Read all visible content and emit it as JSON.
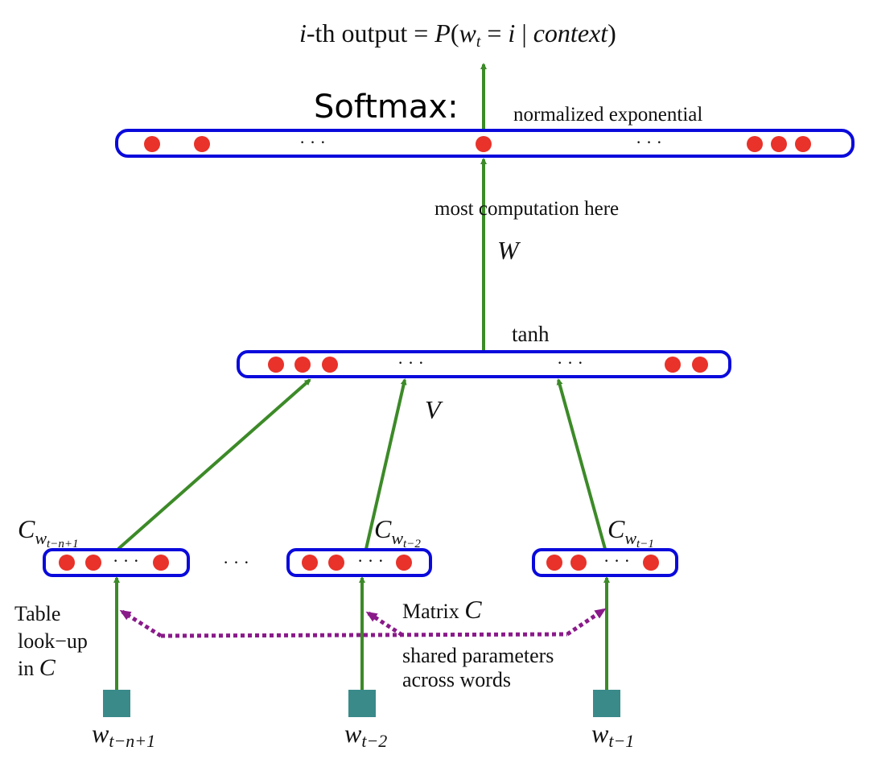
{
  "title": {
    "i": "i",
    "th_output": "-th output = ",
    "P": "P",
    "open": "(",
    "w": "w",
    "t": "t",
    "eq": " = ",
    "i2": "i",
    "bar": " | ",
    "context": "context",
    "close": ")"
  },
  "softmax_label": "Softmax:",
  "normalized_label": "normalized exponential",
  "computation_label": "most  computation here",
  "W_label": "W",
  "tanh_label": "tanh",
  "V_label": "V",
  "ellipsis": "· · ·",
  "embeddings": [
    {
      "C": "C",
      "w": "w",
      "sub": "t−n+1"
    },
    {
      "C": "C",
      "w": "w",
      "sub": "t−2"
    },
    {
      "C": "C",
      "w": "w",
      "sub": "t−1"
    }
  ],
  "inputs": [
    {
      "w": "w",
      "sub": "t−n+1"
    },
    {
      "w": "w",
      "sub": "t−2"
    },
    {
      "w": "w",
      "sub": "t−1"
    }
  ],
  "table_lookup": {
    "line1": "Table",
    "line2": "look−up",
    "line3": "in ",
    "C": "C"
  },
  "matrix_label": {
    "text": "Matrix ",
    "C": "C"
  },
  "shared_label": {
    "line1": "shared parameters",
    "line2": "across words"
  },
  "colors": {
    "layer_border": "#0a0adc",
    "unit": "#e8322a",
    "arrow": "#3c8a28",
    "shared": "#8a1a8a",
    "input": "#3a8a8a"
  }
}
